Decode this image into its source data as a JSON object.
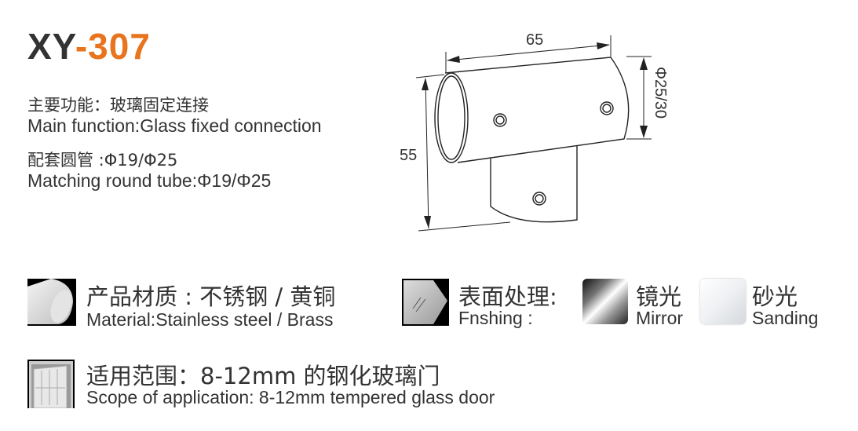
{
  "model": {
    "prefix": "XY",
    "number": "-307"
  },
  "specs": {
    "function_cn": "主要功能：玻璃固定连接",
    "function_en": "Main function:Glass fixed connection",
    "tube_cn": "配套圆管 :Φ19/Φ25",
    "tube_en": "Matching round tube:Φ19/Φ25"
  },
  "drawing": {
    "length": "65",
    "height": "55",
    "diameter": "Φ25/30"
  },
  "material": {
    "cn": "产品材质 : 不锈钢 / 黄铜",
    "en": "Material:Stainless steel / Brass",
    "icon": "cylinder-icon"
  },
  "finishing": {
    "cn": "表面处理:",
    "en": "Fnshing :",
    "icon": "glass-panel-icon",
    "options": [
      {
        "cn": "镜光",
        "en": "Mirror"
      },
      {
        "cn": "砂光",
        "en": "Sanding"
      }
    ]
  },
  "application": {
    "cn": "适用范围：8-12mm 的钢化玻璃门",
    "en": "Scope of application: 8-12mm tempered glass door",
    "icon": "door-icon"
  },
  "colors": {
    "accent": "#e8741d",
    "text": "#333333"
  }
}
